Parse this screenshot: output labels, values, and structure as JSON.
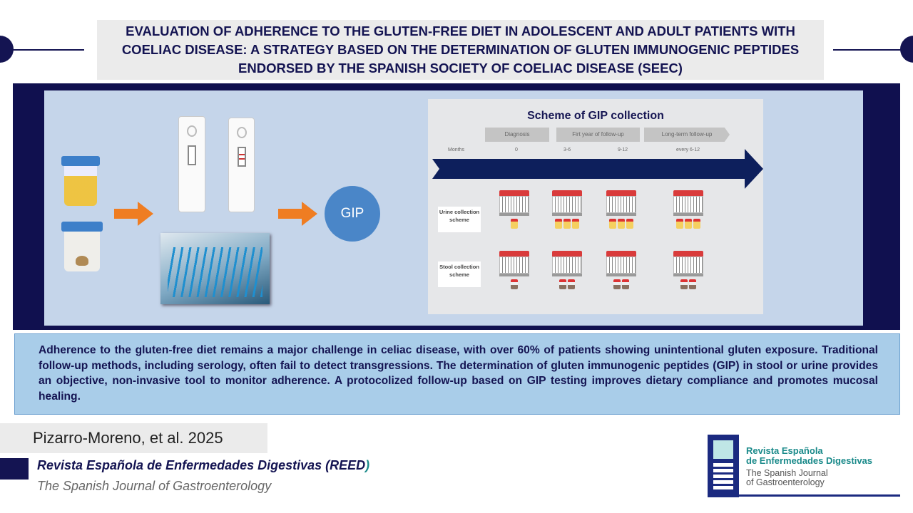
{
  "title": "EVALUATION OF ADHERENCE TO THE GLUTEN-FREE DIET IN ADOLESCENT AND ADULT PATIENTS WITH COELIAC DISEASE: A STRATEGY BASED ON THE DETERMINATION OF GLUTEN IMMUNOGENIC PEPTIDES ENDORSED BY THE SPANISH SOCIETY OF COELIAC DISEASE (SEEC)",
  "gip_label": "GIP",
  "scheme": {
    "title": "Scheme of GIP collection",
    "phases": [
      "Diagnosis",
      "Firt year of follow-up",
      "Long-term follow-up"
    ],
    "months_label": "Months",
    "months": [
      "0",
      "3-6",
      "9-12",
      "every 6-12"
    ],
    "urine_label": "Urine collection scheme",
    "stool_label": "Stool collection scheme",
    "urine_samples": [
      1,
      3,
      3,
      3
    ],
    "stool_samples": [
      1,
      2,
      2,
      2
    ]
  },
  "summary": "Adherence to the gluten-free diet remains a major challenge in celiac disease, with over 60% of patients showing unintentional gluten exposure. Traditional follow-up methods, including serology, often fail to detect transgressions. The determination of gluten immunogenic peptides (GIP) in stool or urine provides an objective, non-invasive tool to monitor adherence. A protocolized follow-up based on GIP testing improves dietary compliance and promotes mucosal healing.",
  "citation": "Pizarro-Moreno, et al. 2025",
  "journal": "Revista Española de Enfermedades Digestivas (REED",
  "journal_paren": ")",
  "journal_en": "The Spanish Journal of Gastroenterology",
  "logo": {
    "line1": "Revista Española",
    "line2": "de Enfermedades Digestivas",
    "line3": "The Spanish Journal",
    "line4": "of Gastroenterology"
  },
  "colors": {
    "navy": "#10104f",
    "accent_orange": "#ef7d22",
    "gip_blue": "#4a86c8",
    "logo_teal": "#1a8a8a"
  }
}
